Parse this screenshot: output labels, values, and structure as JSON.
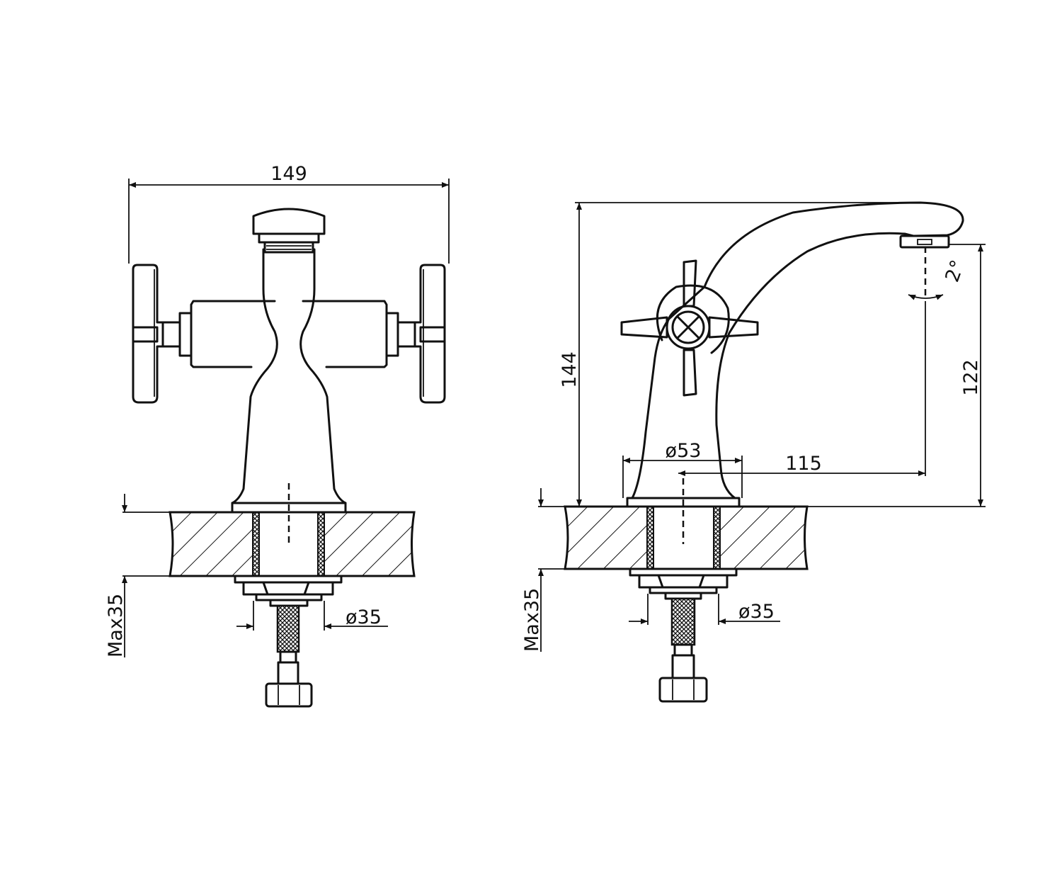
{
  "dimensions": {
    "width": "149",
    "height_total": "144",
    "spout_height": "122",
    "spout_reach": "115",
    "base_diameter": "ø53",
    "shank_diameter_front": "ø35",
    "shank_diameter_side": "ø35",
    "deck_thickness_front": "Max35",
    "deck_thickness_side": "Max35",
    "spray_angle": "2°"
  },
  "colors": {
    "line": "#111111",
    "background": "#ffffff"
  }
}
